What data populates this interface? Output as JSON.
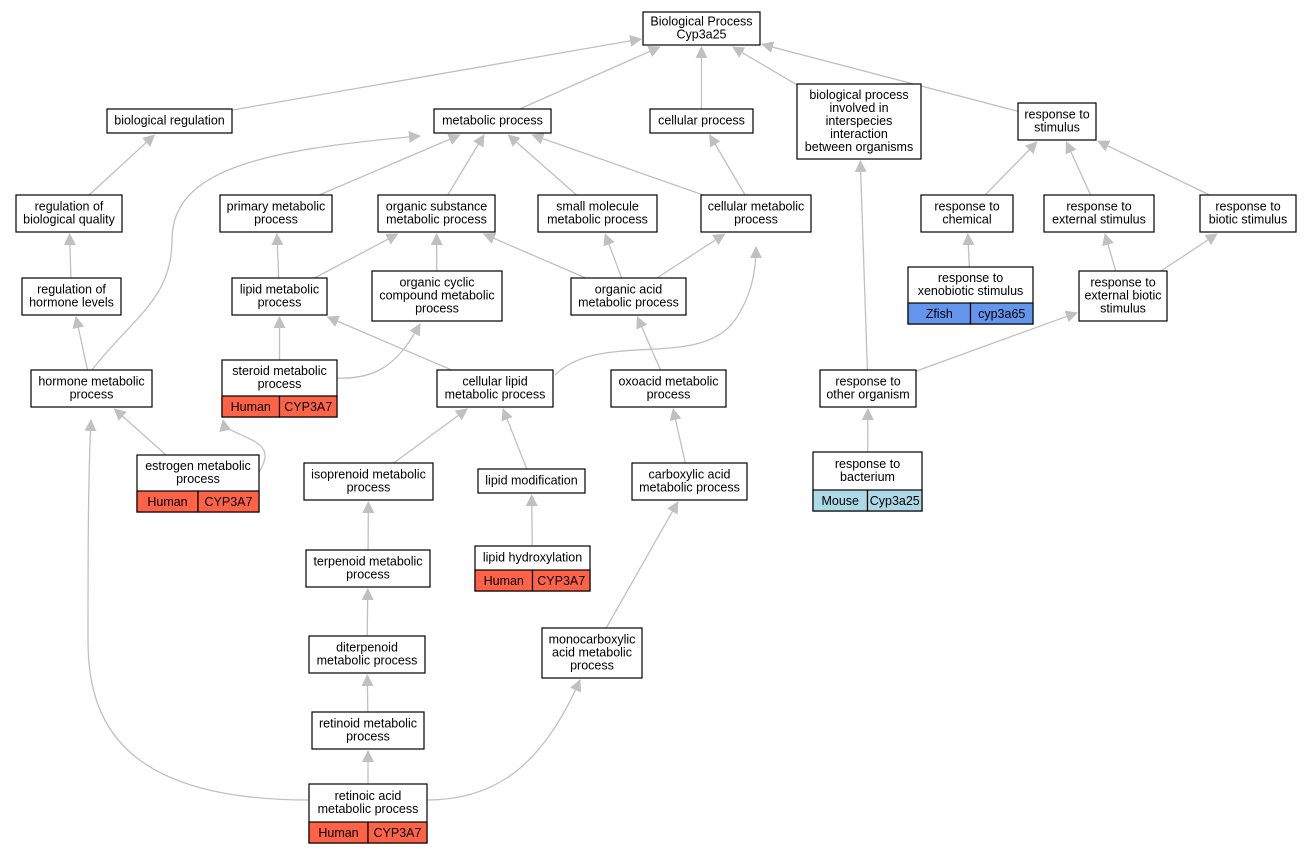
{
  "colors": {
    "edge": "#c0c0c0",
    "human": "#ff6347",
    "zfish": "#6495ed",
    "mouse": "#add8e6",
    "node_border": "#000000",
    "node_fill": "#ffffff"
  },
  "nodes": {
    "root": {
      "lines": [
        "Biological Process",
        "Cyp3a25"
      ]
    },
    "breg": {
      "lines": [
        "biological regulation"
      ]
    },
    "meta": {
      "lines": [
        "metabolic process"
      ]
    },
    "cell": {
      "lines": [
        "cellular process"
      ]
    },
    "inter": {
      "lines": [
        "biological process",
        "involved in",
        "interspecies",
        "interaction",
        "between organisms"
      ]
    },
    "resp": {
      "lines": [
        "response to",
        "stimulus"
      ]
    },
    "regbq": {
      "lines": [
        "regulation of",
        "biological quality"
      ]
    },
    "prim": {
      "lines": [
        "primary metabolic",
        "process"
      ]
    },
    "orgsub": {
      "lines": [
        "organic substance",
        "metabolic process"
      ]
    },
    "small": {
      "lines": [
        "small molecule",
        "metabolic process"
      ]
    },
    "cellmet": {
      "lines": [
        "cellular metabolic",
        "process"
      ]
    },
    "respchem": {
      "lines": [
        "response to",
        "chemical"
      ]
    },
    "respext": {
      "lines": [
        "response to",
        "external stimulus"
      ]
    },
    "respbio": {
      "lines": [
        "response to",
        "biotic stimulus"
      ]
    },
    "reghorm": {
      "lines": [
        "regulation of",
        "hormone levels"
      ]
    },
    "lipid": {
      "lines": [
        "lipid metabolic",
        "process"
      ]
    },
    "orgcyc": {
      "lines": [
        "organic cyclic",
        "compound metabolic",
        "process"
      ]
    },
    "orgacid": {
      "lines": [
        "organic acid",
        "metabolic process"
      ]
    },
    "xeno": {
      "lines": [
        "response to",
        "xenobiotic stimulus"
      ],
      "species": "Zfish",
      "gene": "cyp3a65"
    },
    "extbio": {
      "lines": [
        "response to",
        "external biotic",
        "stimulus"
      ]
    },
    "hormone": {
      "lines": [
        "hormone metabolic",
        "process"
      ]
    },
    "steroid": {
      "lines": [
        "steroid metabolic",
        "process"
      ],
      "species": "Human",
      "gene": "CYP3A7"
    },
    "celllip": {
      "lines": [
        "cellular lipid",
        "metabolic process"
      ]
    },
    "oxo": {
      "lines": [
        "oxoacid metabolic",
        "process"
      ]
    },
    "other": {
      "lines": [
        "response to",
        "other organism"
      ]
    },
    "estro": {
      "lines": [
        "estrogen metabolic",
        "process"
      ],
      "species": "Human",
      "gene": "CYP3A7"
    },
    "isopr": {
      "lines": [
        "isoprenoid metabolic",
        "process"
      ]
    },
    "lipmod": {
      "lines": [
        "lipid modification"
      ]
    },
    "carbox": {
      "lines": [
        "carboxylic acid",
        "metabolic process"
      ]
    },
    "bact": {
      "lines": [
        "response to",
        "bacterium"
      ],
      "species": "Mouse",
      "gene": "Cyp3a25"
    },
    "terp": {
      "lines": [
        "terpenoid metabolic",
        "process"
      ]
    },
    "liphyd": {
      "lines": [
        "lipid hydroxylation"
      ],
      "species": "Human",
      "gene": "CYP3A7"
    },
    "diterp": {
      "lines": [
        "diterpenoid",
        "metabolic process"
      ]
    },
    "monocarb": {
      "lines": [
        "monocarboxylic",
        "acid metabolic",
        "process"
      ]
    },
    "retinoid": {
      "lines": [
        "retinoid metabolic",
        "process"
      ]
    },
    "retacid": {
      "lines": [
        "retinoic acid",
        "metabolic process"
      ],
      "species": "Human",
      "gene": "CYP3A7"
    }
  },
  "edges": [
    [
      "breg",
      "root"
    ],
    [
      "meta",
      "root"
    ],
    [
      "cell",
      "root"
    ],
    [
      "inter",
      "root"
    ],
    [
      "resp",
      "root"
    ],
    [
      "regbq",
      "breg"
    ],
    [
      "prim",
      "meta"
    ],
    [
      "orgsub",
      "meta"
    ],
    [
      "small",
      "meta"
    ],
    [
      "cellmet",
      "meta"
    ],
    [
      "hormone",
      "meta"
    ],
    [
      "cellmet",
      "cell"
    ],
    [
      "respchem",
      "resp"
    ],
    [
      "respext",
      "resp"
    ],
    [
      "respbio",
      "resp"
    ],
    [
      "reghorm",
      "regbq"
    ],
    [
      "lipid",
      "prim"
    ],
    [
      "lipid",
      "orgsub"
    ],
    [
      "orgcyc",
      "orgsub"
    ],
    [
      "orgacid",
      "orgsub"
    ],
    [
      "orgacid",
      "small"
    ],
    [
      "orgacid",
      "cellmet"
    ],
    [
      "celllip",
      "cellmet"
    ],
    [
      "xeno",
      "respchem"
    ],
    [
      "extbio",
      "respext"
    ],
    [
      "extbio",
      "respbio"
    ],
    [
      "hormone",
      "reghorm"
    ],
    [
      "steroid",
      "lipid"
    ],
    [
      "celllip",
      "lipid"
    ],
    [
      "steroid",
      "orgcyc"
    ],
    [
      "oxo",
      "orgacid"
    ],
    [
      "other",
      "inter"
    ],
    [
      "other",
      "extbio"
    ],
    [
      "estro",
      "hormone"
    ],
    [
      "estro",
      "steroid"
    ],
    [
      "isopr",
      "celllip"
    ],
    [
      "lipmod",
      "celllip"
    ],
    [
      "carbox",
      "oxo"
    ],
    [
      "bact",
      "other"
    ],
    [
      "terp",
      "isopr"
    ],
    [
      "liphyd",
      "lipmod"
    ],
    [
      "monocarb",
      "carbox"
    ],
    [
      "diterp",
      "terp"
    ],
    [
      "retinoid",
      "diterp"
    ],
    [
      "retacid",
      "retinoid"
    ],
    [
      "retacid",
      "hormone"
    ],
    [
      "retacid",
      "monocarb"
    ]
  ]
}
